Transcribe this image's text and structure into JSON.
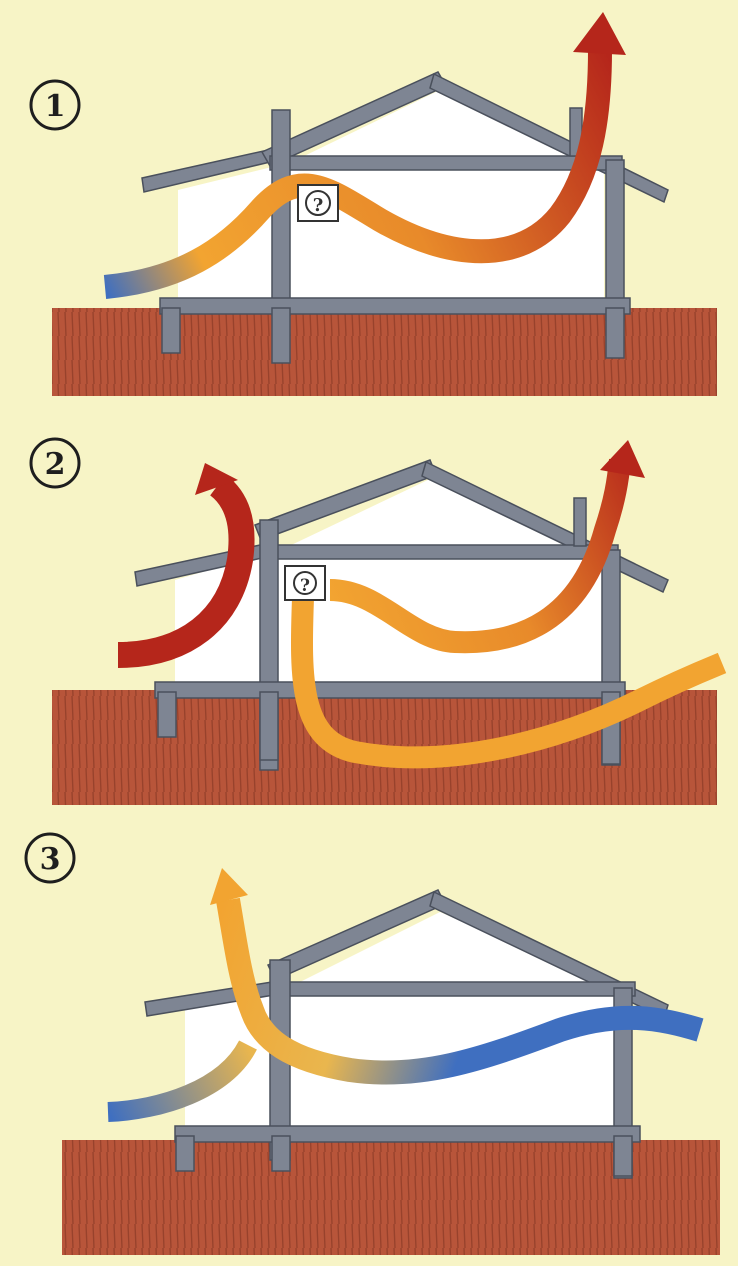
{
  "colors": {
    "background": "#f7f4c6",
    "ground": "#b8553a",
    "ground_line": "#8a3a26",
    "wall_fill": "#ffffff",
    "frame": "#7e8593",
    "frame_outline": "#4a505c",
    "airflow_cool": "#3f6fc0",
    "airflow_warm": "#f2a431",
    "airflow_hot": "#b5261b"
  },
  "panels": [
    {
      "label": "1",
      "fan_glyph": "?"
    },
    {
      "label": "2",
      "fan_glyph": "?"
    },
    {
      "label": "3"
    }
  ]
}
